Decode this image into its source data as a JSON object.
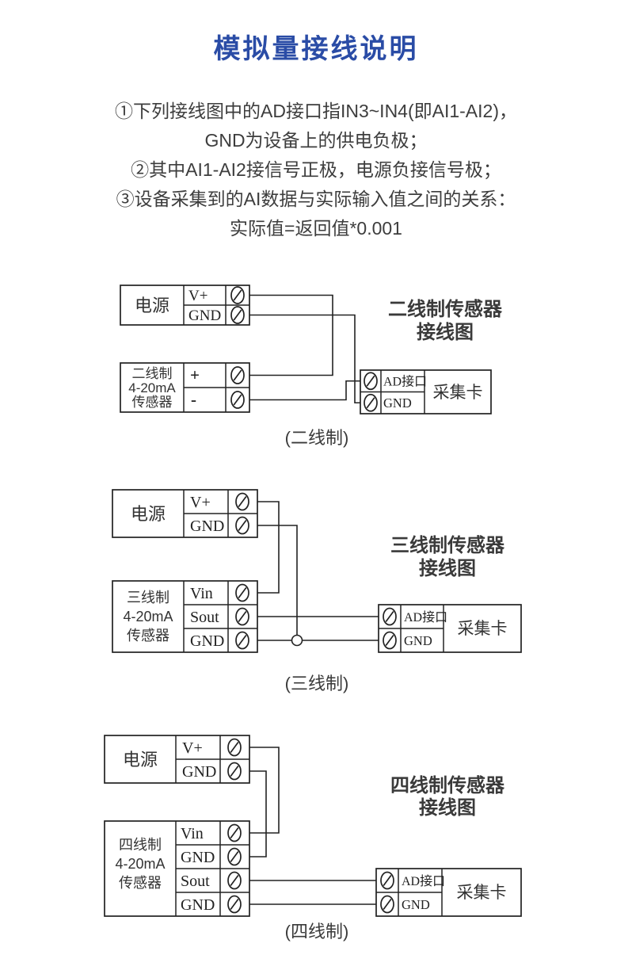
{
  "title": "模拟量接线说明",
  "colors": {
    "title": "#2a4ca6",
    "body_text": "#3d3d3d",
    "diagram_lines": "#222222"
  },
  "notes": [
    "①下列接线图中的AD接口指IN3~IN4(即AI1-AI2)，",
    "GND为设备上的供电负极；",
    "②其中AI1-AI2接信号正极，电源负接信号极；",
    "③设备采集到的AI数据与实际输入值之间的关系：",
    "实际值=返回值*0.001"
  ],
  "d1": {
    "power": "电源",
    "v": "V+",
    "gnd": "GND",
    "sensor": [
      "二线制",
      "4-20mA",
      "传感器"
    ],
    "plus": "+",
    "minus": "-",
    "ad": "AD接口",
    "card_gnd": "GND",
    "card": "采集卡",
    "t1": "二线制传感器",
    "t2": "接线图",
    "caption": "(二线制)"
  },
  "d2": {
    "power": "电源",
    "v": "V+",
    "gnd": "GND",
    "sensor": [
      "三线制",
      "4-20mA",
      "传感器"
    ],
    "vin": "Vin",
    "sout": "Sout",
    "sgnd": "GND",
    "ad": "AD接口",
    "card_gnd": "GND",
    "card": "采集卡",
    "t1": "三线制传感器",
    "t2": "接线图",
    "caption": "(三线制)"
  },
  "d3": {
    "power": "电源",
    "v": "V+",
    "gnd": "GND",
    "sensor": [
      "四线制",
      "4-20mA",
      "传感器"
    ],
    "vin": "Vin",
    "gnd_b": "GND",
    "sout": "Sout",
    "gnd_c": "GND",
    "ad": "AD接口",
    "card_gnd": "GND",
    "card": "采集卡",
    "t1": "四线制传感器",
    "t2": "接线图",
    "caption": "(四线制)"
  }
}
